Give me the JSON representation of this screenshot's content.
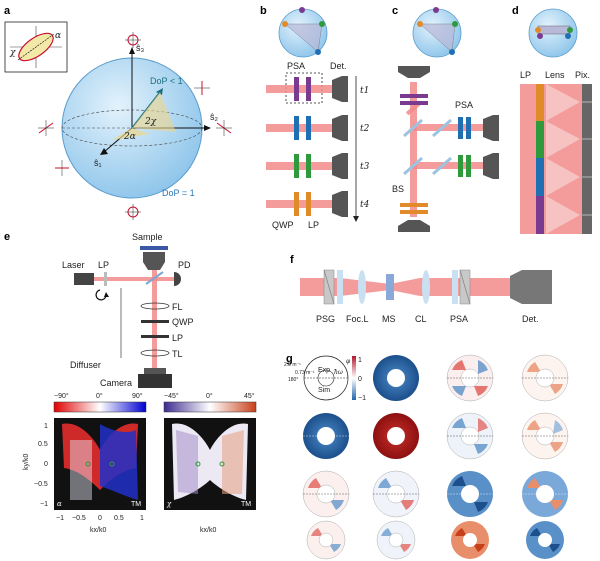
{
  "colors": {
    "beam": "#f28a8a",
    "sphere": "#a9d5f2",
    "blue_optic": "#1f6fb2",
    "green_optic": "#2e9a3c",
    "orange_optic": "#e08a2a",
    "purple_optic": "#7a3a8f",
    "sample": "#3a57a8",
    "dop_text": "#2a78b8"
  },
  "panels": {
    "a": {
      "label": "a",
      "alpha": "α",
      "chi": "χ",
      "s1": "ŝ₁",
      "s2": "ŝ₂",
      "s3": "ŝ₃",
      "dop_lt": "DoP < 1",
      "dop_eq": "DoP = 1",
      "two_chi": "2χ",
      "two_alpha": "2α"
    },
    "b": {
      "label": "b",
      "psa": "PSA",
      "det": "Det.",
      "qwp": "QWP",
      "lp": "LP",
      "times": [
        "t1",
        "t2",
        "t3",
        "t4"
      ]
    },
    "c": {
      "label": "c",
      "psa": "PSA",
      "bs": "BS"
    },
    "d": {
      "label": "d",
      "lp": "LP",
      "lens": "Lens",
      "pix": "Pix."
    },
    "e": {
      "label": "e",
      "sample": "Sample",
      "laser": "Laser",
      "lp": "LP",
      "pd": "PD",
      "fl": "FL",
      "qwp": "QWP",
      "lp2": "LP",
      "tl": "TL",
      "diffuser": "Diffuser",
      "camera": "Camera",
      "map1": {
        "ticks": [
          "−90°",
          "0°",
          "90°"
        ],
        "corner": "α",
        "tag": "TM",
        "ylabel": "ky/k0",
        "xlabel": "kx/k0"
      },
      "map2": {
        "ticks": [
          "−45°",
          "0°",
          "45°"
        ],
        "corner": "χ",
        "tag": "TM",
        "xlabel": "kx/k0"
      },
      "yticks": [
        "1",
        "0.5",
        "0",
        "−0.5",
        "−1"
      ],
      "xticks": [
        "−1",
        "−0.5",
        "0",
        "0.5",
        "1"
      ]
    },
    "f": {
      "label": "f",
      "psg": "PSG",
      "focl": "Foc.L",
      "ms": "MS",
      "cl": "CL",
      "psa": "PSA",
      "det": "Det."
    },
    "g": {
      "label": "g",
      "exp": "Exp",
      "sim": "Sim",
      "radius_outer": "2.3 m⁻¹",
      "radius_inner": "0.73 m⁻¹",
      "angle": "180°",
      "phi": "φ",
      "hw": "ħω",
      "cb_max": "1",
      "cb_zero": "0",
      "cb_min": "−1"
    }
  }
}
